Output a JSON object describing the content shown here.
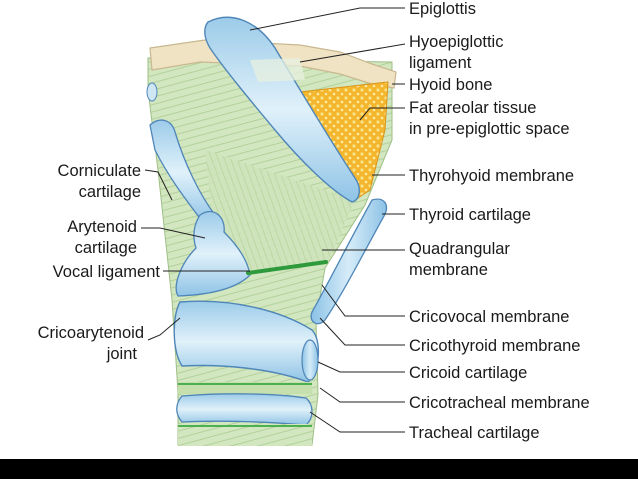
{
  "labels": {
    "epiglottis": "Epiglottis",
    "hyoepiglottic_ligament": [
      "Hyoepiglottic",
      "ligament"
    ],
    "hyoid_bone": "Hyoid bone",
    "fat_areolar_tissue": [
      "Fat areolar tissue",
      "in pre-epiglottic space"
    ],
    "thyrohyoid_membrane": "Thyrohyoid membrane",
    "thyroid_cartilage": "Thyroid cartilage",
    "quadrangular_membrane": [
      "Quadrangular",
      "membrane"
    ],
    "cricovocal_membrane": "Cricovocal membrane",
    "cricothyroid_membrane": "Cricothyroid membrane",
    "cricoid_cartilage": "Cricoid cartilage",
    "cricotracheal_membrane": "Cricotracheal membrane",
    "tracheal_cartilage": "Tracheal cartilage",
    "corniculate_cartilage": [
      "Corniculate",
      "cartilage"
    ],
    "arytenoid_cartilage": [
      "Arytenoid",
      "cartilage"
    ],
    "vocal_ligament": "Vocal ligament",
    "cricoarytenoid_joint": [
      "Cricoarytenoid",
      "joint"
    ]
  },
  "colors": {
    "membrane": "#c9dfb6",
    "muscle_fiber": "#a9c98f",
    "cartilage": "#a9d3ec",
    "cartilage_edge": "#4f86b8",
    "bone": "#efe3c4",
    "fat": "#f4b62c",
    "vocal_ligament": "#2e9a3c",
    "leader": "#222222"
  }
}
